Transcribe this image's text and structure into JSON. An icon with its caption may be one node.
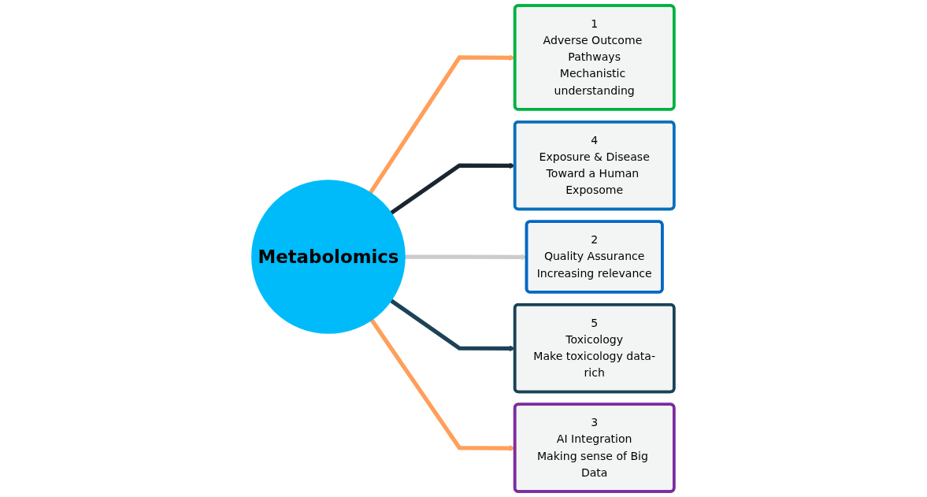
{
  "diagram": {
    "nodes": [
      {
        "text": [
          "Metabolomics"
        ]
      },
      {
        "text": [
          "1",
          "Adverse Outcome Pathways",
          "Mechanistic understanding"
        ]
      },
      {
        "text": [
          "4",
          "Exposure & Disease",
          "Toward a Human Exposome"
        ]
      },
      {
        "text": [
          "2",
          "Quality Assurance",
          "Increasing relevance"
        ]
      },
      {
        "text": [
          "5",
          "Toxicology",
          "Make toxicology data-rich"
        ]
      },
      {
        "text": [
          "3",
          "AI Integration",
          "Making sense of Big Data"
        ]
      }
    ],
    "edges": [
      {
        "from": 0,
        "to": 1,
        "arrow": "to",
        "color": "#ff9f5a"
      },
      {
        "from": 0,
        "to": 2,
        "arrow": "to",
        "color": "#1a2530"
      },
      {
        "from": 0,
        "to": 3,
        "arrow": "to",
        "color": "#cccccc"
      },
      {
        "from": 0,
        "to": 4,
        "arrow": "to",
        "color": "#1d4258"
      },
      {
        "from": 0,
        "to": 5,
        "arrow": "to",
        "color": "#ff9f5a"
      }
    ]
  }
}
